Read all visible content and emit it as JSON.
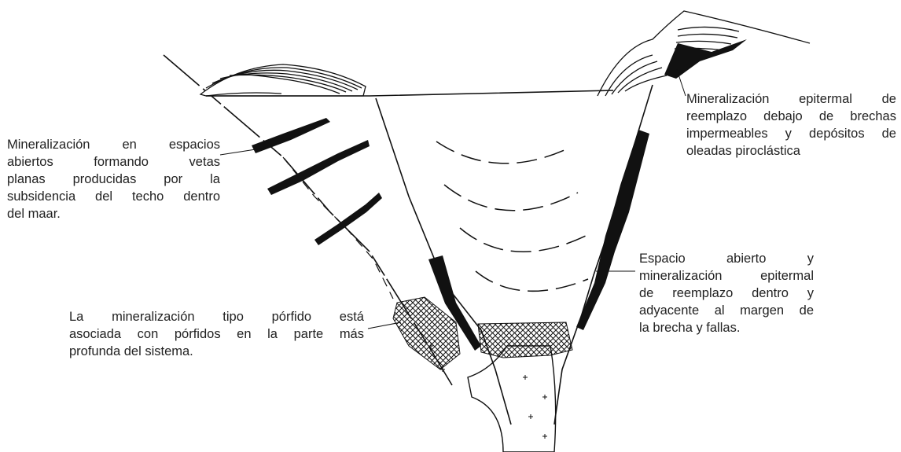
{
  "captions": {
    "veins": [
      "Mineralización en espacios",
      "abiertos formando vetas",
      "planas producidas por la",
      "subsidencia del techo dentro",
      "del maar."
    ],
    "epithermal": [
      "Mineralización epitermal de",
      "reemplazo debajo de brechas",
      "impermeables y depósitos de",
      "oleadas piroclástica"
    ],
    "open_space": [
      "Espacio abierto y",
      "mineralización epitermal",
      "de reemplazo dentro y",
      "adyacente al margen de",
      "la brecha y fallas."
    ],
    "porphyry": [
      "La mineralización tipo pórfido está",
      "asociada con pórfidos en la parte más",
      "profunda del sistema."
    ]
  },
  "colors": {
    "line": "#111111",
    "text": "#222222",
    "background": "#ffffff"
  }
}
